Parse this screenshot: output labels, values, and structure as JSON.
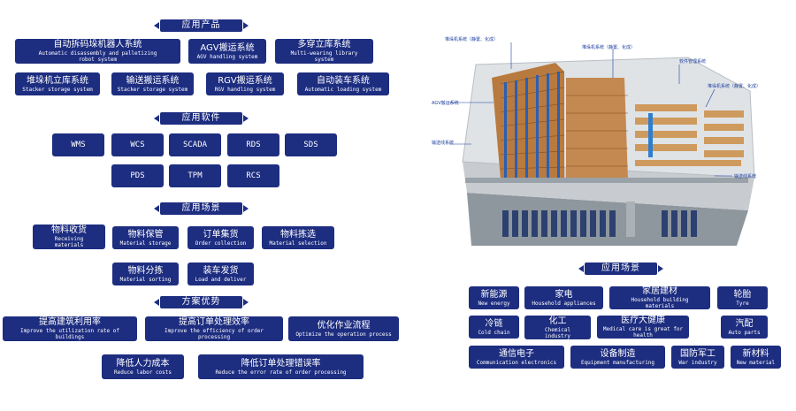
{
  "left": {
    "products": {
      "title": "应用产品",
      "items": [
        {
          "zh": "自动拆码垛机器人系统",
          "en": "Automatic disassembly and palletizing robot system"
        },
        {
          "zh": "AGV搬运系统",
          "en": "AGV handling system"
        },
        {
          "zh": "多穿立库系统",
          "en": "Multi-wearing library system"
        },
        {
          "zh": "堆垛机立库系统",
          "en": "Stacker storage system"
        },
        {
          "zh": "输送搬运系统",
          "en": "Stacker storage system"
        },
        {
          "zh": "RGV搬运系统",
          "en": "RGV handling system"
        },
        {
          "zh": "自动装车系统",
          "en": "Automatic loading system"
        }
      ]
    },
    "software": {
      "title": "应用软件",
      "items": [
        "WMS",
        "WCS",
        "SCADA",
        "RDS",
        "SDS",
        "PDS",
        "TPM",
        "RCS"
      ]
    },
    "scenarios": {
      "title": "应用场景",
      "items": [
        {
          "zh": "物料收货",
          "en": "Receiving materials"
        },
        {
          "zh": "物料保管",
          "en": "Material storage"
        },
        {
          "zh": "订单集货",
          "en": "Order collection"
        },
        {
          "zh": "物料拣选",
          "en": "Material selection"
        },
        {
          "zh": "物料分拣",
          "en": "Material sorting"
        },
        {
          "zh": "装车发货",
          "en": "Load and deliver"
        }
      ]
    },
    "advantages": {
      "title": "方案优势",
      "items": [
        {
          "zh": "提高建筑利用率",
          "en": "Improve the utilization rate of buildings"
        },
        {
          "zh": "提高订单处理效率",
          "en": "Improve the efficiency of order processing"
        },
        {
          "zh": "优化作业流程",
          "en": "Optimize the operation process"
        },
        {
          "zh": "降低人力成本",
          "en": "Reduce labor costs"
        },
        {
          "zh": "降低订单处理错误率",
          "en": "Reduce the error rate of order processing"
        }
      ]
    }
  },
  "warehouse_callouts": [
    "堆垛机系统（静置、化成）",
    "堆垛机系统（静置、化成）",
    "软件管理系统",
    "堆垛机系统（静置、化成）",
    "AGV搬运系统",
    "输送线系统",
    "输送线系统"
  ],
  "right": {
    "title": "应用场景",
    "items": [
      {
        "zh": "新能源",
        "en": "New energy"
      },
      {
        "zh": "家电",
        "en": "Household appliances"
      },
      {
        "zh": "家居建材",
        "en": "Household building materials"
      },
      {
        "zh": "轮胎",
        "en": "Tyre"
      },
      {
        "zh": "冷链",
        "en": "Cold chain"
      },
      {
        "zh": "化工",
        "en": "Chemical industry"
      },
      {
        "zh": "医疗大健康",
        "en": "Medical care is great for health"
      },
      {
        "zh": "汽配",
        "en": "Auto parts"
      },
      {
        "zh": "通信电子",
        "en": "Communication electronics"
      },
      {
        "zh": "设备制造",
        "en": "Equipment manufacturing"
      },
      {
        "zh": "国防军工",
        "en": "War industry"
      },
      {
        "zh": "新材料",
        "en": "New material"
      }
    ]
  },
  "colors": {
    "navy": "#1d2d80",
    "callout_blue": "#1d3fa0"
  }
}
